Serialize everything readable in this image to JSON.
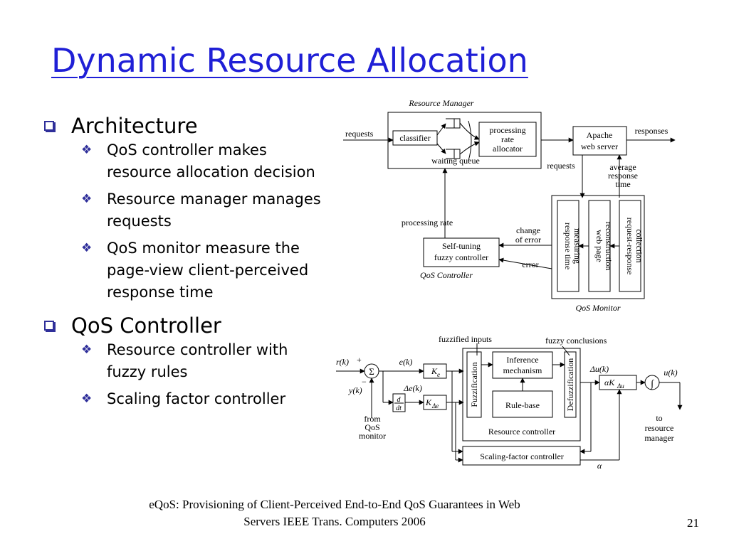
{
  "slide": {
    "title": "Dynamic Resource Allocation",
    "page_number": "21",
    "footer_line1": "eQoS: Provisioning of  Client-Perceived End-to-End QoS Guarantees in Web",
    "footer_line2": "Servers   IEEE Trans. Computers 2006"
  },
  "bullets": [
    {
      "text": "Architecture",
      "subs": [
        [
          "QoS controller makes",
          "resource allocation decision"
        ],
        [
          "Resource manager manages",
          "requests"
        ],
        [
          "QoS monitor measure the",
          "page-view client-perceived",
          "response time"
        ]
      ]
    },
    {
      "text": "QoS Controller",
      "subs": [
        [
          "Resource controller with",
          "fuzzy rules"
        ],
        [
          "Scaling factor controller"
        ]
      ]
    }
  ],
  "arch": {
    "resource_manager": "Resource Manager",
    "requests_in": "requests",
    "classifier": "classifier",
    "allocator_1": "processing",
    "allocator_2": "rate",
    "allocator_3": "allocator",
    "waiting_queue": "waiting queue",
    "apache_1": "Apache",
    "apache_2": "web server",
    "responses": "responses",
    "requests_mid": "requests",
    "avg_1": "average",
    "avg_2": "response",
    "avg_3": "time",
    "processing_rate": "processing rate",
    "change_1": "change",
    "change_2": "of error",
    "error": "error",
    "stfc_1": "Self-tuning",
    "stfc_2": "fuzzy controller",
    "qos_controller": "QoS Controller",
    "mon_1a": "response time",
    "mon_1b": "measuring",
    "mon_2a": "web page",
    "mon_2b": "reconstruction",
    "mon_3a": "request-response",
    "mon_3b": "collection",
    "qos_monitor": "QoS Monitor"
  },
  "ctrl": {
    "fuzzified_inputs": "fuzzified inputs",
    "fuzzy_conclusions": "fuzzy conclusions",
    "rk": "r(k)",
    "plus": "+",
    "yk": "y(k)",
    "minus": "−",
    "sum": "Σ",
    "ek": "e(k)",
    "ke": "K",
    "ke_sub": "e",
    "dek": "Δe(k)",
    "ddt_top": "d",
    "ddt_bot": "dt",
    "kde": "K",
    "kde_sub": "Δe",
    "fuzzification": "Fuzzification",
    "inference_1": "Inference",
    "inference_2": "mechanism",
    "rule_base": "Rule-base",
    "defuzzification": "Defuzzification",
    "resource_controller": "Resource controller",
    "duk": "Δu(k)",
    "akdu": "αK",
    "akdu_sub": "Δu",
    "integral": "∫",
    "uk": "u(k)",
    "from_1": "from",
    "from_2": "QoS",
    "from_3": "monitor",
    "to_1": "to",
    "to_2": "resource",
    "to_3": "manager",
    "scaling": "Scaling-factor controller",
    "alpha": "α"
  }
}
